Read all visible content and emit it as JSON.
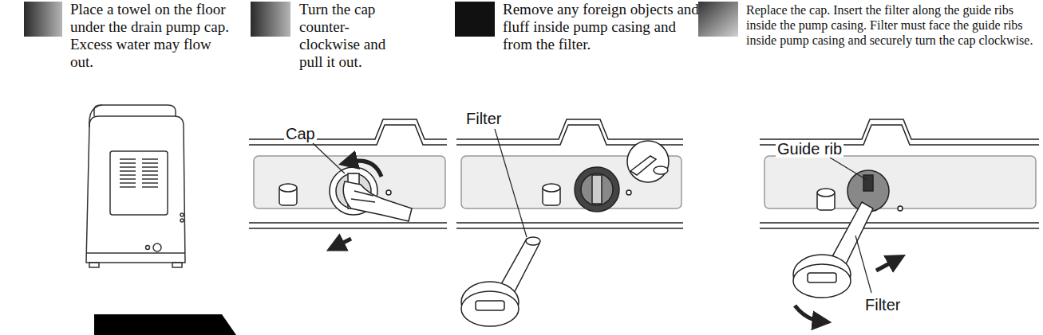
{
  "diagram": {
    "labels": [
      "Place a towel on the floor under the drain pump cap. Excess water may flow out.",
      "Turn the cap counter- clockwise and pull it out.",
      "Remove any foreign objects and fluff inside pump casing and from the filter.",
      "Replace the cap. Insert the filter along the guide ribs inside the pump casing. Filter must face the guide ribs inside pump casing and securely turn the cap clockwise.",
      "Cap",
      "Filter",
      "Guide rib",
      "Filter"
    ]
  }
}
